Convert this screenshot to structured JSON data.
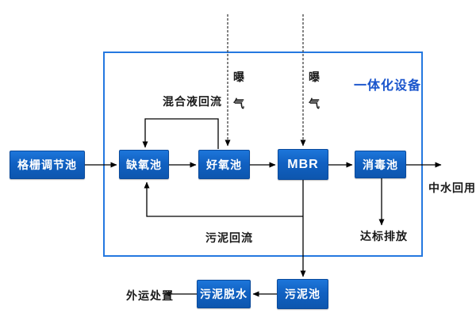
{
  "diagram": {
    "title": "一体化设备",
    "type": "process-flow",
    "colors": {
      "node_fill": "#1161c2",
      "node_border": "#0a4a9c",
      "boundary_border": "#2478e0",
      "title_text": "#1a55cc",
      "line": "#000000",
      "background": "#ffffff"
    },
    "nodes": {
      "grid_tank": {
        "label": "格栅调节池"
      },
      "anoxic_tank": {
        "label": "缺氧池"
      },
      "aerobic_tank": {
        "label": "好氧池"
      },
      "mbr": {
        "label": "MBR"
      },
      "disinfect_tank": {
        "label": "消毒池"
      },
      "sludge_tank": {
        "label": "污泥池"
      },
      "sludge_dewater": {
        "label": "污泥脱水"
      }
    },
    "labels": {
      "mixed_liquor_reflux": "混合液回流",
      "aeration_1": "曝气",
      "aeration_2": "曝气",
      "sludge_reflux": "污泥回流",
      "water_reuse": "中水回用",
      "standard_discharge": "达标排放",
      "offsite_disposal": "外运处置"
    },
    "flows": [
      "格栅调节池 → 缺氧池",
      "缺氧池 → 好氧池",
      "好氧池 → MBR",
      "MBR → 消毒池",
      "消毒池 → 中水回用",
      "好氧池 → 缺氧池 (混合液回流)",
      "MBR → 缺氧池 (污泥回流)",
      "MBR → 污泥池",
      "消毒池 → 达标排放",
      "污泥池 → 污泥脱水",
      "污泥脱水 → 外运处置",
      "曝气 ⇢ 好氧池 (dashed)",
      "曝气 ⇢ MBR (dashed)"
    ]
  }
}
